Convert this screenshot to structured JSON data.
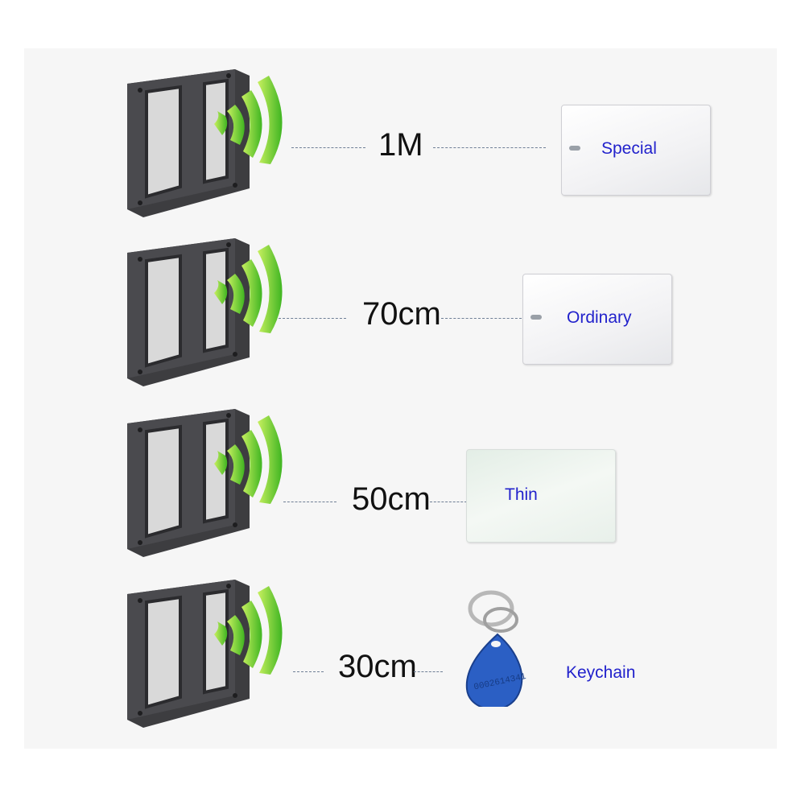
{
  "rows": [
    {
      "distance": "1M",
      "card_type": "Special"
    },
    {
      "distance": "70cm",
      "card_type": "Ordinary"
    },
    {
      "distance": "50cm",
      "card_type": "Thin"
    },
    {
      "distance": "30cm",
      "card_type": "Keychain"
    }
  ],
  "keyfob": {
    "serial": "0002614341"
  },
  "colors": {
    "reader": "#3d3d40",
    "wave_light": "#c8f060",
    "wave_dark": "#3fb521",
    "label_blue": "#2222cc"
  }
}
